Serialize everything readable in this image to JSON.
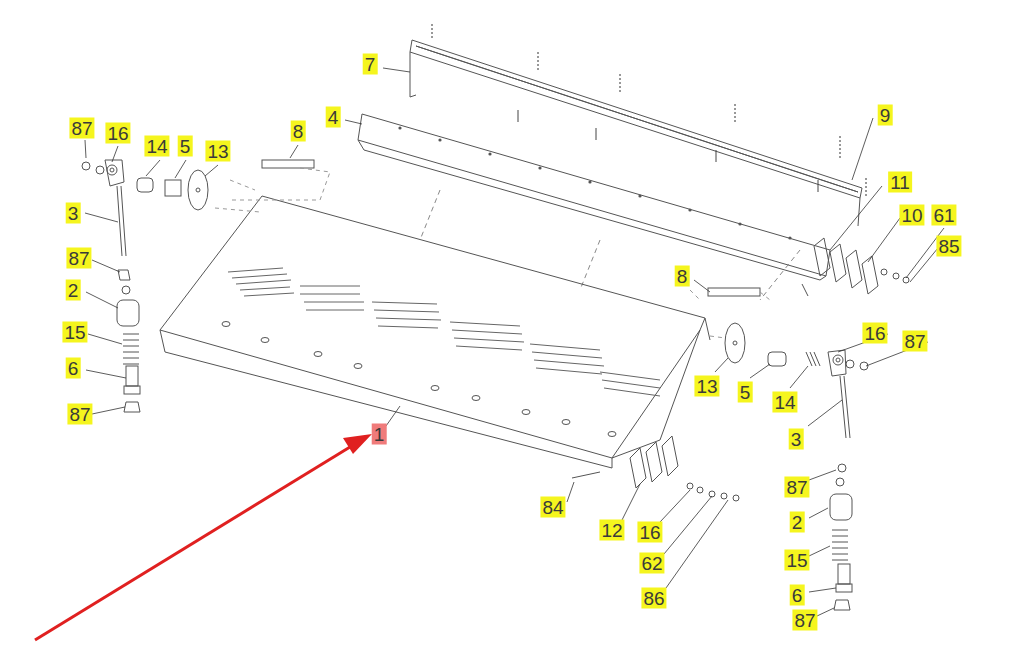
{
  "diagram": {
    "labels": [
      "87",
      "16",
      "14",
      "5",
      "13",
      "8",
      "4",
      "7",
      "9",
      "11",
      "10",
      "61",
      "85",
      "3",
      "87",
      "2",
      "8",
      "15",
      "16",
      "87",
      "6",
      "13",
      "5",
      "14",
      "3",
      "87",
      "1",
      "84",
      "12",
      "16",
      "62",
      "86",
      "87",
      "2",
      "15",
      "6",
      "87"
    ]
  }
}
